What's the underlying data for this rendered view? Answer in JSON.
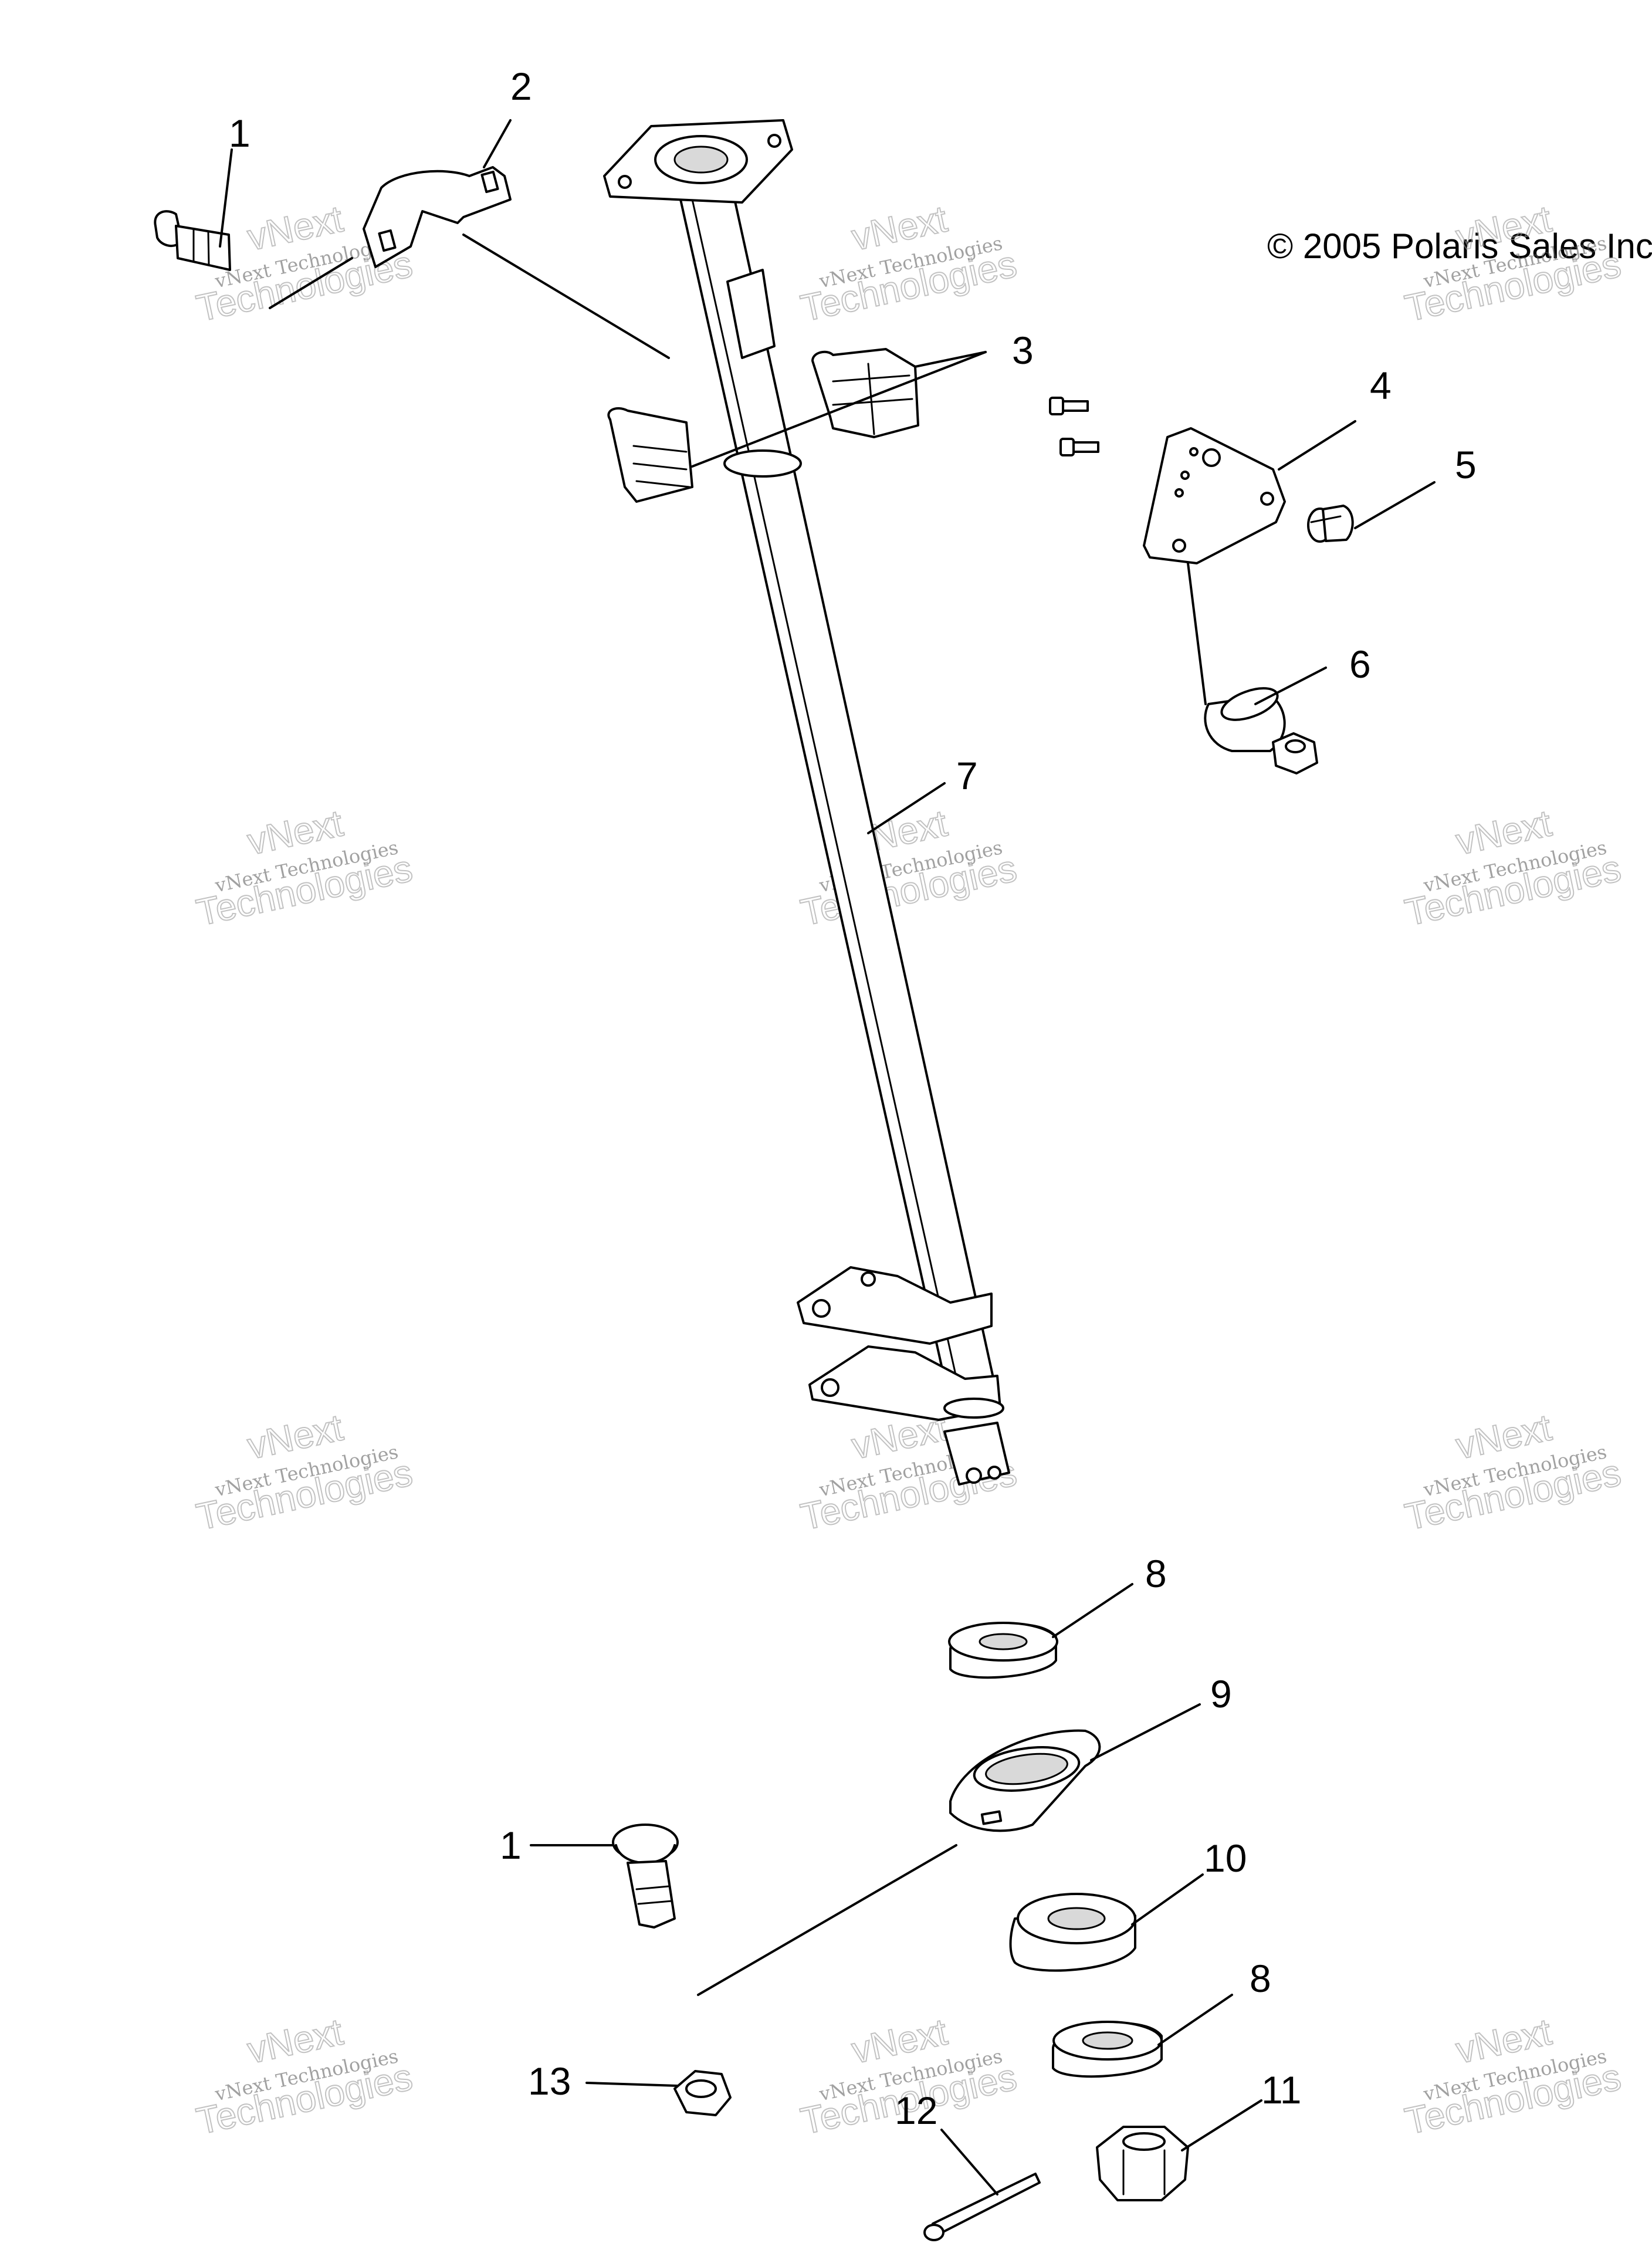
{
  "copyright": "© 2005 Polaris Sales Inc",
  "watermark": {
    "line1": "vNext",
    "line2": "vNext Technologies",
    "line3": "Technologies"
  },
  "callouts": [
    {
      "id": "c1a",
      "label": "1"
    },
    {
      "id": "c2",
      "label": "2"
    },
    {
      "id": "c3",
      "label": "3"
    },
    {
      "id": "c4",
      "label": "4"
    },
    {
      "id": "c5",
      "label": "5"
    },
    {
      "id": "c6",
      "label": "6"
    },
    {
      "id": "c7",
      "label": "7"
    },
    {
      "id": "c8a",
      "label": "8"
    },
    {
      "id": "c9",
      "label": "9"
    },
    {
      "id": "c1b",
      "label": "1"
    },
    {
      "id": "c10",
      "label": "10"
    },
    {
      "id": "c8b",
      "label": "8"
    },
    {
      "id": "c13",
      "label": "13"
    },
    {
      "id": "c12",
      "label": "12"
    },
    {
      "id": "c11",
      "label": "11"
    }
  ]
}
